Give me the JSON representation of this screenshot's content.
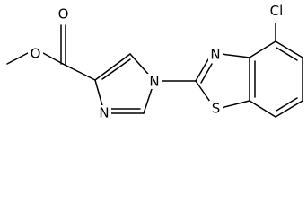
{
  "molecule": {
    "atom_labels": {
      "o_methoxy": "O",
      "o_carbonyl": "O",
      "n_imidazole_1": "N",
      "n_imidazole_3": "N",
      "n_thiazole": "N",
      "s_thiazole": "S",
      "cl": "Cl"
    },
    "line_color": "#000000",
    "background_color": "#ffffff"
  }
}
